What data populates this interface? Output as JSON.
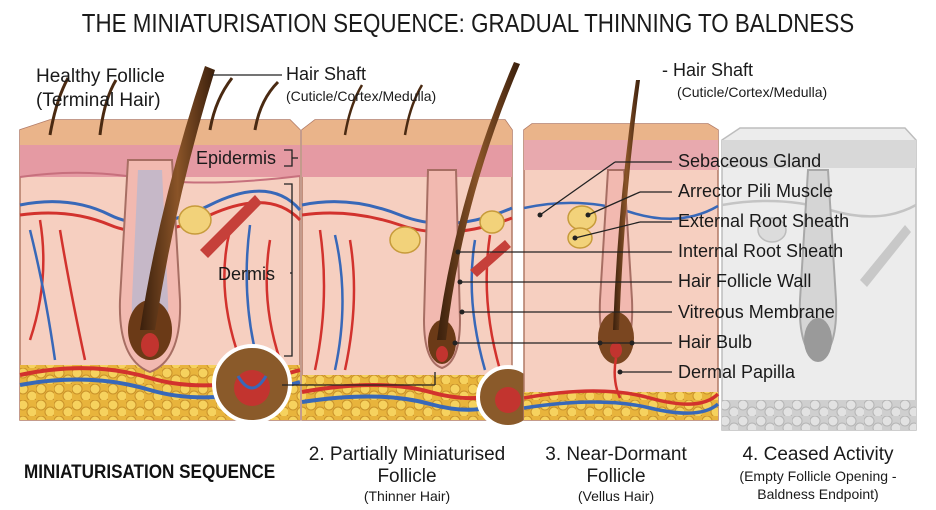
{
  "title": "THE MINIATURISATION SEQUENCE: GRADUAL THINNING TO BALDNESS",
  "labels": {
    "healthy_follicle": "Healthy Follicle",
    "terminal_hair": "(Terminal Hair)",
    "hair_shaft_1": "Hair Shaft",
    "hair_shaft_1_sub": "(Cuticle/Cortex/Medulla)",
    "hair_shaft_2": "- Hair Shaft",
    "hair_shaft_2_sub": "(Cuticle/Cortex/Medulla)",
    "epidermis": "Epidermis",
    "dermis": "Dermis",
    "sebaceous_gland": "Sebaceous Gland",
    "arrector_pili": "Arrector Pili Muscle",
    "external_root_sheath": "External Root Sheath",
    "internal_root_sheath": "Internal Root Sheath",
    "hair_follicle_wall": "Hair Follicle Wall",
    "vitreous_membrane": "Vitreous Membrane",
    "hair_bulb": "Hair Bulb",
    "dermal_papilla": "Dermal Papilla"
  },
  "captions": {
    "sequence": "MINIATURISATION SEQUENCE",
    "stage2_title_a": "2. Partially Miniaturised",
    "stage2_title_b": "Follicle",
    "stage2_sub": "(Thinner Hair)",
    "stage3_title_a": "3. Near-Dormant",
    "stage3_title_b": "Follicle",
    "stage3_sub": "(Vellus Hair)",
    "stage4_title": "4. Ceased Activity",
    "stage4_sub_a": "(Empty Follicle Opening -",
    "stage4_sub_b": "Baldness Endpoint)"
  },
  "colors": {
    "epidermis_top": "#e9b98f",
    "epidermis_pink": "#e6a0a6",
    "dermis": "#f6cfc0",
    "fat": "#f0c64e",
    "hair": "#5a3417",
    "artery": "#d2322d",
    "vein": "#3868b8",
    "faded": "#d9d9d9"
  }
}
